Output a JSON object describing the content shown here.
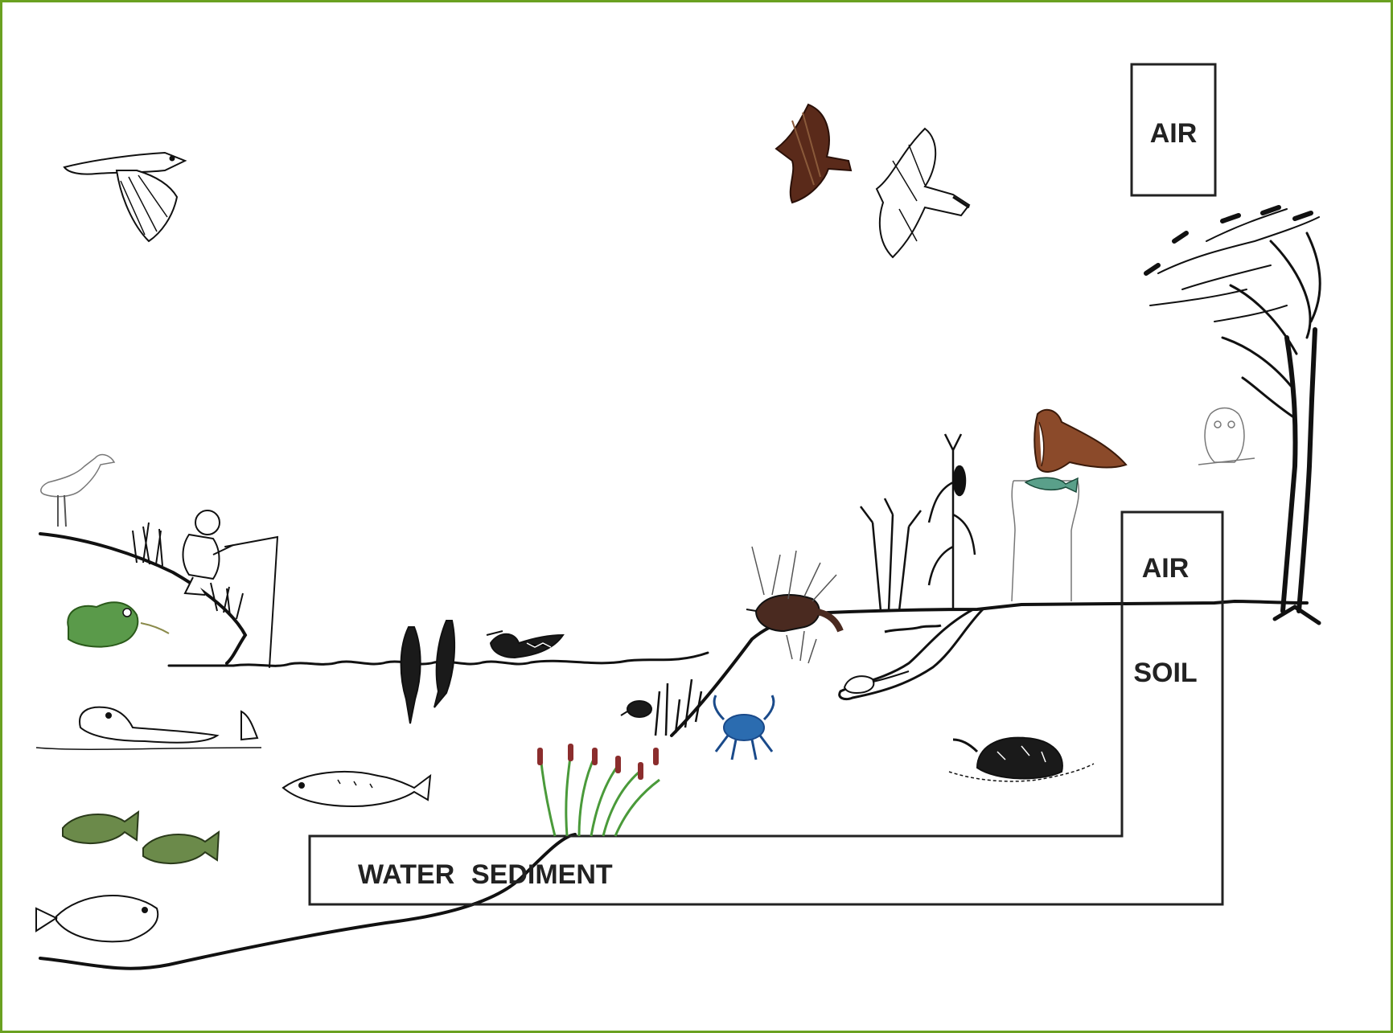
{
  "labels": {
    "air_top": "AIR",
    "air_box": "AIR",
    "soil": "SOIL",
    "water": "WATER",
    "sediment": "SEDIMENT"
  },
  "colors": {
    "frame": "#6aa121",
    "ink": "#111111",
    "label_text": "#222222",
    "frog": "#5a9a4a",
    "crab": "#2b6cb0",
    "cattail_head": "#8b2d2d",
    "cattail_leaf": "#4a9a3a",
    "hawk_brown": "#5a2a1a",
    "osprey_brown": "#8b4a2a",
    "raccoon": "#4a2a20",
    "fish_green": "#6b8a4a"
  },
  "icons": [
    "hawk-flying-icon",
    "hawk-brown-icon",
    "hawk-gray-icon",
    "egret-icon",
    "frog-icon",
    "fisherman-icon",
    "otter-icon",
    "duck-diving-icon",
    "loon-icon",
    "trout-icon",
    "sunfish-icon",
    "flounder-icon",
    "cattail-icon",
    "blue-crab-icon",
    "turtle-icon",
    "raccoon-icon",
    "wheat-icon",
    "corn-icon",
    "osprey-icon",
    "owl-icon",
    "tree-icon",
    "earthworm-icon",
    "mouse-burrow-icon",
    "snapping-turtle-nest-icon"
  ]
}
